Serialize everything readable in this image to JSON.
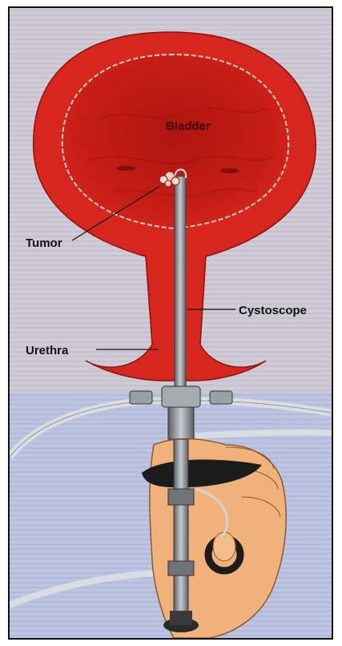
{
  "labels": {
    "bladder": "Bladder",
    "tumor": "Tumor",
    "cystoscope": "Cystoscope",
    "urethra": "Urethra"
  },
  "colors": {
    "bladder_outer": "#d7261d",
    "bladder_inner": "#b0150f",
    "background_upper": "#cfcbd6",
    "background_lower": "#bcc4e2",
    "instrument": "#8b8f94",
    "hand": "#f0b27a",
    "outline": "#111111"
  },
  "icons": {
    "tumor": "tumor-growth-icon"
  }
}
